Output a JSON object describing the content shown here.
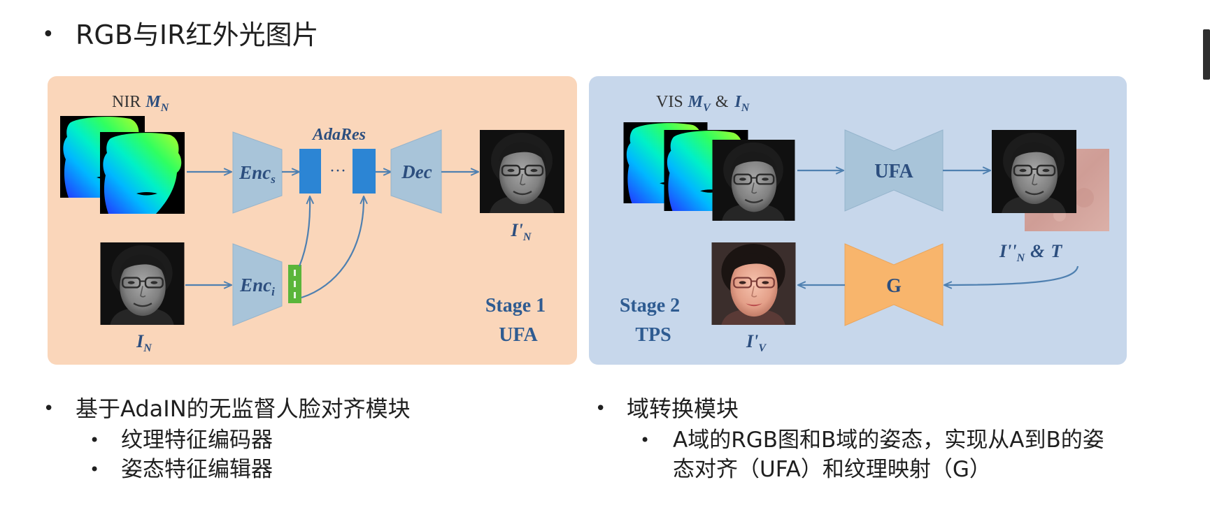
{
  "slide": {
    "title_bullet": "•",
    "title": "RGB与IR红外光图片"
  },
  "diagram": {
    "stage1": {
      "input_label": {
        "prefix": "NIR",
        "symbol": "M",
        "sub": "N"
      },
      "enc_s": {
        "name": "Enc",
        "sub": "s"
      },
      "enc_i": {
        "name": "Enc",
        "sub": "i"
      },
      "adares_label": "AdaRes",
      "dots": "···",
      "dec": "Dec",
      "output_label": {
        "symbol": "I'",
        "sub": "N"
      },
      "identity_label": {
        "symbol": "I",
        "sub": "N"
      },
      "stage_name": "Stage 1",
      "stage_module": "UFA"
    },
    "stage2": {
      "input_label": {
        "prefix": "VIS",
        "symbol1": "M",
        "sub1": "V",
        "amp": "&",
        "symbol2": "I",
        "sub2": "N"
      },
      "ufa_block": "UFA",
      "g_block": "G",
      "mid_label": {
        "symbol1": "I''",
        "sub1": "N",
        "amp": "&",
        "symbol2": "T"
      },
      "output_label": {
        "symbol": "I'",
        "sub": "V"
      },
      "stage_name": "Stage 2",
      "stage_module": "TPS"
    }
  },
  "bullets": {
    "left": {
      "marker": "•",
      "text": "基于AdaIN的无监督人脸对齐模块",
      "items": [
        {
          "marker": "•",
          "text": "纹理特征编码器"
        },
        {
          "marker": "•",
          "text": "姿态特征编辑器"
        }
      ]
    },
    "right": {
      "marker": "•",
      "text": "域转换模块",
      "items": [
        {
          "marker": "•",
          "lines": [
            "A域的RGB图和B域的姿态，实现从A到B的姿",
            "态对齐（UFA）和纹理映射（G）"
          ]
        }
      ]
    }
  },
  "colors": {
    "page_background": "#ffffff",
    "stage1_panel": "#fad6ba",
    "stage2_panel": "#c7d7eb",
    "encoder_block": "#a8c4d9",
    "adares_block": "#2c85d4",
    "style_code_block": "#5ab53a",
    "g_block": "#f8b56c",
    "label_text": "#2c4e7e",
    "stage_text": "#2e5b91",
    "arrow": "#4f80b0"
  }
}
